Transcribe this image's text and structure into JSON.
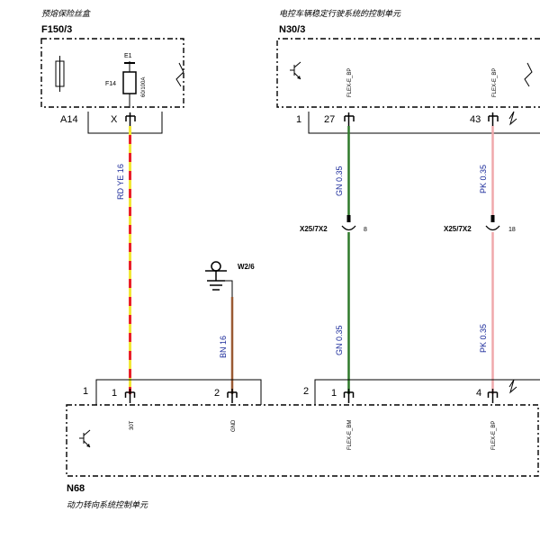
{
  "components": {
    "fuse_box": {
      "subtitle": "预熔保险丝盒",
      "id": "F150/3",
      "fuse_ref": "E1",
      "fuse_name": "F14",
      "fuse_rating": "60/100A",
      "connector": "A14",
      "pin": "X"
    },
    "n30": {
      "subtitle": "电控车辆稳定行驶系统的控制单元",
      "id": "N30/3",
      "connector_num": "1",
      "pin_a": "27",
      "pin_a_signal": "FLEX-E_BP",
      "pin_b": "43",
      "pin_b_signal": "FLEX-E_BP"
    },
    "ground": {
      "id": "W2/6"
    },
    "n68": {
      "id": "N68",
      "subtitle": "动力转向系统控制单元",
      "conn_left": "1",
      "conn_right": "2",
      "pin_1": "1",
      "pin_1_signal": "30T",
      "pin_2": "2",
      "pin_2_signal": "GND",
      "pin_r1": "1",
      "pin_r1_signal": "FLEX-E_BM",
      "pin_r4": "4",
      "pin_r4_signal": "FLEX-E_BP"
    }
  },
  "wires": {
    "power": {
      "label": "RD YE 16",
      "colors": [
        "#e8202a",
        "#f2e836"
      ]
    },
    "ground": {
      "label": "BN 16",
      "color": "#9a5a33"
    },
    "gn_top": {
      "label": "GN 0.35",
      "color": "#2f7a2a"
    },
    "gn_bottom": {
      "label": "GN 0.35",
      "color": "#2f7a2a"
    },
    "pk_top": {
      "label": "PK 0.35",
      "color": "#f0a8ac"
    },
    "pk_bottom": {
      "label": "PK 0.35",
      "color": "#f0a8ac"
    }
  },
  "splices": {
    "left": {
      "id": "X25/7X2",
      "pin": "8"
    },
    "right": {
      "id": "X25/7X2",
      "pin": "18"
    }
  }
}
